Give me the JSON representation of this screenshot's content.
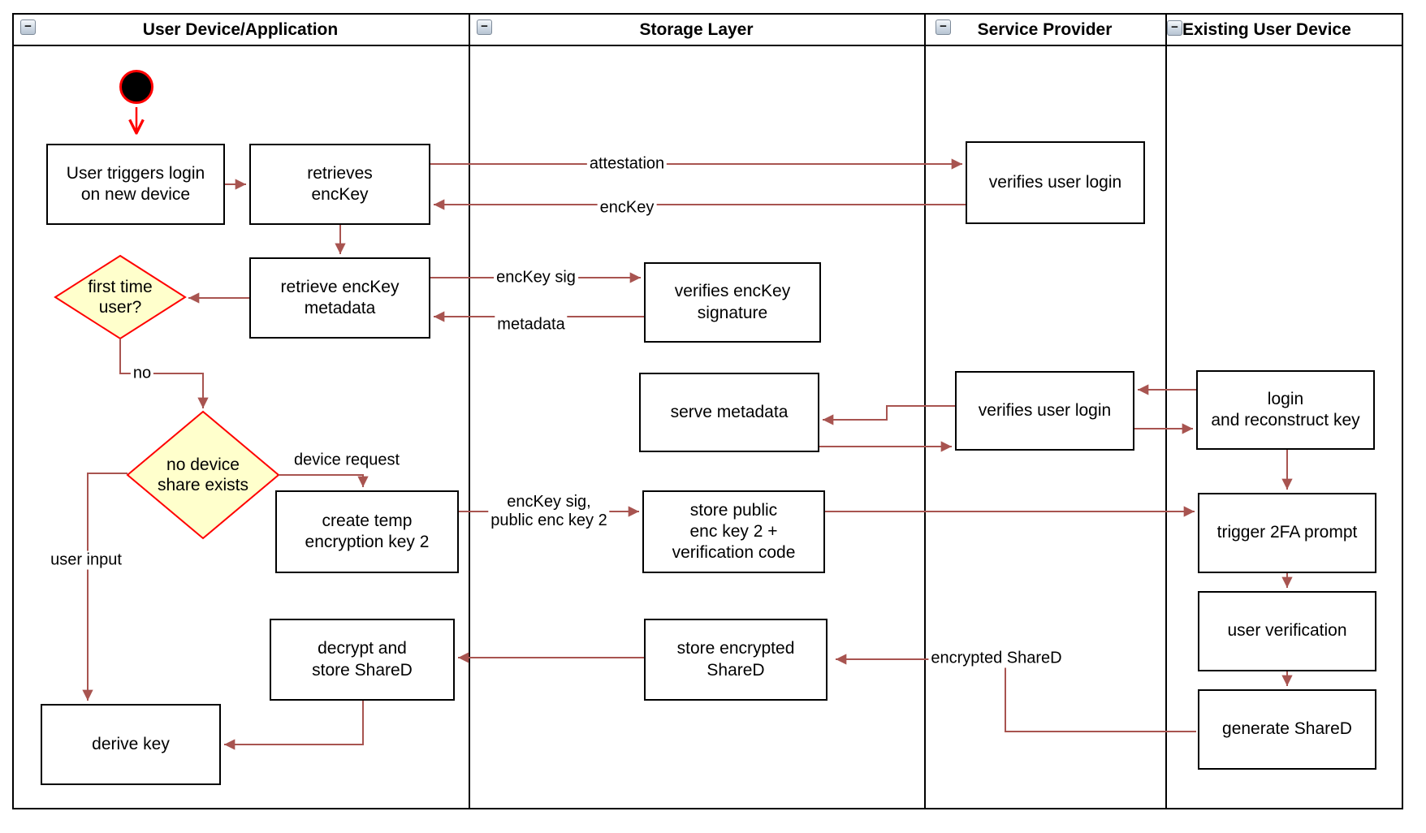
{
  "colors": {
    "arrow": "#a85450",
    "red": "#ff0000",
    "decision_fill": "#ffffcc",
    "border": "#000000"
  },
  "icons": {
    "collapse": "−"
  },
  "lanes": [
    {
      "title": "User Device/Application"
    },
    {
      "title": "Storage Layer"
    },
    {
      "title": "Service Provider"
    },
    {
      "title": "Existing User Device"
    }
  ],
  "nodes": {
    "user_triggers": "User triggers login\non new device",
    "retrieves_enckey": "retrieves\nencKey",
    "retrieve_metadata": "retrieve encKey\nmetadata",
    "first_time_user": "first time\nuser?",
    "no_device_share": "no device\nshare exists",
    "create_temp_key": "create temp\nencryption key 2",
    "decrypt_store_shared": "decrypt and\nstore ShareD",
    "derive_key": "derive key",
    "verifies_enckey_signature": "verifies encKey\nsignature",
    "serve_metadata": "serve metadata",
    "store_public_key": "store public\nenc key 2 +\nverification code",
    "store_encrypted_shared": "store encrypted\nShareD",
    "verifies_user_login_1": "verifies user login",
    "verifies_user_login_2": "verifies user login",
    "login_reconstruct": "login\nand reconstruct key",
    "trigger_2fa": "trigger 2FA prompt",
    "user_verification": "user verification",
    "generate_shared": "generate ShareD"
  },
  "edge_labels": {
    "attestation": "attestation",
    "enckey": "encKey",
    "enckey_sig": "encKey sig",
    "metadata": "metadata",
    "no": "no",
    "device_request": "device request",
    "enckey_sig_public": "encKey sig,\npublic enc key 2",
    "user_input": "user input",
    "encrypted_shared": "encrypted ShareD"
  }
}
